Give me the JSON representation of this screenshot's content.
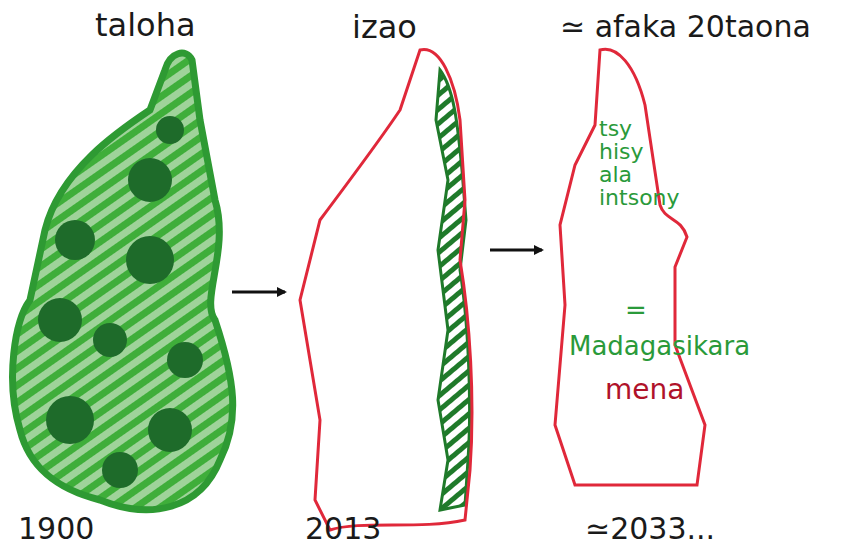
{
  "diagram": {
    "nodes": [
      {
        "text": [
          "tsy hisy ala intsony",
          "=",
          "Madagasikara",
          "mena"
        ]
      }
    ],
    "labels": [
      "taloha",
      "izao",
      "≃ afaka 20taona",
      "1900",
      "2013",
      "≃2033..."
    ]
  }
}
